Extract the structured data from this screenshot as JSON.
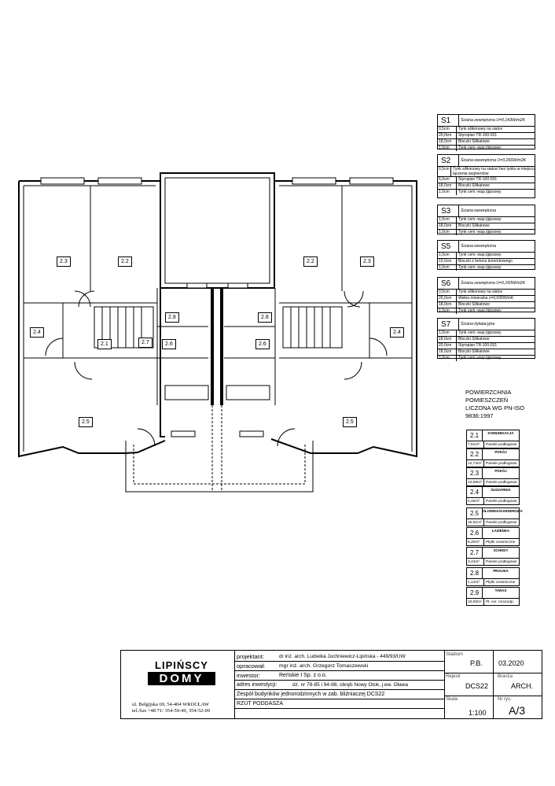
{
  "rooms_on_plan": {
    "left": [
      "2.3",
      "2.2",
      "2.4",
      "2.7",
      "2.1",
      "2.8",
      "2.6",
      "2.5"
    ],
    "right": [
      "2.2",
      "2.3",
      "2.8",
      "2.4",
      "2.6",
      "2.5"
    ]
  },
  "wall_legend": [
    {
      "code": "S1",
      "name": "Ściana zewnętrzna U=0,143W/m2K",
      "layers": [
        [
          "0,5cm",
          "Tynk silikonowy na siatce"
        ],
        [
          "20,0cm",
          "Styropian  TR-100-031"
        ],
        [
          "18,0cm",
          "Bloczki Silikatowe"
        ],
        [
          "1,0cm",
          "Tynk cem.-wap./gipsowy"
        ]
      ]
    },
    {
      "code": "S2",
      "name": "Ściana wewnętrzna U=0,266W/m2K",
      "layers": [
        [
          "0,5cm",
          "Tynk silikonowy na siatce/ bez tynku w miejscu łączenia segmentów"
        ],
        [
          "5,0cm",
          "Styropian  TR-100-031"
        ],
        [
          "18,0cm",
          "Bloczki Silikatowe"
        ],
        [
          "1,0cm",
          "Tynk cem.-wap./gipsowy"
        ]
      ]
    },
    {
      "code": "S3",
      "name": "Ściana wewnętrzna",
      "layers": [
        [
          "1,0cm",
          "Tynk cem.-wap./gipsowy"
        ],
        [
          "18,0cm",
          "Bloczki Silikatowe"
        ],
        [
          "1,0cm",
          "Tynk cem.-wap./gipsowy"
        ]
      ]
    },
    {
      "code": "S5",
      "name": "Ściana wewnętrzna",
      "layers": [
        [
          "1,0cm",
          "Tynk cem.-wap./gipsowy"
        ],
        [
          "10,0cm",
          "Bloczki z betonu komórkowego"
        ],
        [
          "1,0cm",
          "Tynk cem.-wap./gipsowy"
        ]
      ]
    },
    {
      "code": "S6",
      "name": "Ściana zewnętrzna U=0,160W/m2K",
      "layers": [
        [
          "0,5cm",
          "Tynk silikonowy na siatce"
        ],
        [
          "20,0cm",
          "Wełna mineralna λ=0,035W/mK"
        ],
        [
          "18,0cm",
          "Bloczki Silikatowe"
        ],
        [
          "1,0cm",
          "Tynk cem.-wap./gipsowy"
        ]
      ]
    },
    {
      "code": "S7",
      "name": "Ściana dylatacyjna",
      "layers": [
        [
          "1,0cm",
          "Tynk cem.-wap./gipsowy"
        ],
        [
          "18,0cm",
          "Bloczki Silikatowe"
        ],
        [
          "20,0cm",
          "Styropian  TR-100-031"
        ],
        [
          "18,0cm",
          "Bloczki Silikatowe"
        ],
        [
          "1,0cm",
          "Tynk cem.-wap./gipsowy"
        ]
      ]
    }
  ],
  "area_heading": [
    "POWIERZCHNIA",
    "POMIESZCZEŃ",
    "LICZONA  WG  PN-ISO",
    "9836:1997"
  ],
  "room_table": [
    {
      "num": "2.1",
      "name": "KOMUNIKACJA",
      "area": "7,61m²",
      "floor": "Panele podłogowe"
    },
    {
      "num": "2.2",
      "name": "POKÓJ",
      "area": "12,74m²",
      "floor": "Panele podłogowe"
    },
    {
      "num": "2.3",
      "name": "POKÓJ",
      "area": "12,69m²",
      "floor": "Panele podłogowe"
    },
    {
      "num": "2.4",
      "name": "SUSZARNIA",
      "area": "4,45m²",
      "floor": "Panele podłogowe"
    },
    {
      "num": "2.5",
      "name": "SŁOWNIA/GARDEROBA",
      "area": "15,61m²",
      "floor": "Panele podłogowe"
    },
    {
      "num": "2.6",
      "name": "ŁAZIENKA",
      "area": "8,20m²",
      "floor": "Płytki ceramiczne"
    },
    {
      "num": "2.7",
      "name": "SCHODY",
      "area": "3,44m²",
      "floor": "Panele podłogowe"
    },
    {
      "num": "2.8",
      "name": "PRALNIA",
      "area": "1,14m²",
      "floor": "Płytki ceramiczne"
    },
    {
      "num": "2.9",
      "name": "TARAS",
      "area": "10,00m²",
      "floor": "Pł. cer. mrozodp."
    }
  ],
  "title_block": {
    "logo_line1": "LIPIŃSCY",
    "logo_line2": "DOMY",
    "address1": "ul. Bełgijska 69, 54-404 WROCŁAW",
    "address2": "tel./fax +48 71/ 354-59-49, 354-52-09",
    "projektant_label": "projektant:",
    "projektant_value": "dr inż. arch. Ludwika Juchniewicz-Lipińska - 449/93/UW",
    "opracowal_label": "opracował:",
    "opracowal_value": "mgr inż. arch. Grzegorz Tomaszewski",
    "inwestor_label": "inwestor:",
    "inwestor_value": "Reńskie I Sp. z o.o.",
    "adres_label": "adres inwestycji:",
    "adres_value": "dz. nr 78-85 i 94-98, obręb Nowy Otok, j.ew. Oława",
    "title": "Zespół budynków jednorodzinnych w zab. bliźniaczej DCS22",
    "subtitle": "RZUT PODDASZA",
    "stadium_label": "Stadium",
    "stadium_value": "P.B.",
    "date_value": "03.2020",
    "rejestr_label": "Rejestr",
    "rejestr_value": "DCS22",
    "branza_label": "Branża",
    "branza_value": "ARCH.",
    "skala_label": "Skala",
    "skala_value": "1:100",
    "nrrys_label": "Nr rys.",
    "nrrys_value": "A/3"
  }
}
